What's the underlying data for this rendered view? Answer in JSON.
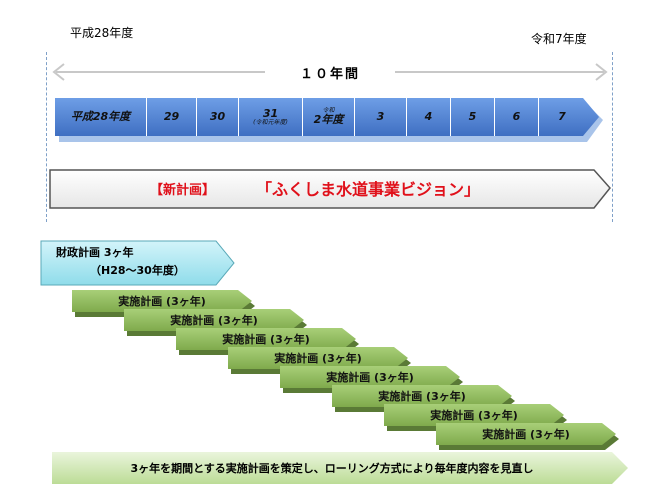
{
  "timeline": {
    "start_label": "平成28年度",
    "end_label": "令和7年度",
    "span_label": "１０年間",
    "years": [
      {
        "label": "平成28年度",
        "note": ""
      },
      {
        "label": "29",
        "note": ""
      },
      {
        "label": "30",
        "note": ""
      },
      {
        "label": "31",
        "note": "(令和元年度)"
      },
      {
        "label": "2年度",
        "note": "令和"
      },
      {
        "label": "3",
        "note": ""
      },
      {
        "label": "4",
        "note": ""
      },
      {
        "label": "5",
        "note": ""
      },
      {
        "label": "6",
        "note": ""
      },
      {
        "label": "7",
        "note": ""
      }
    ]
  },
  "vision": {
    "tag": "【新計画】",
    "title": "「ふくしま水道事業ビジョン」"
  },
  "finance": {
    "line1": "財政計画 3ヶ年",
    "line2": "（H28～30年度）"
  },
  "implementation": {
    "label": "実施計画 (3ヶ年)",
    "count": 8
  },
  "footer": {
    "text": "3ヶ年を期間とする実施計画を策定し、ローリング方式により毎年度内容を見直し"
  },
  "colors": {
    "timeline_blue": "#4a7fd0",
    "vision_red": "#e0101a",
    "finance_cyan": "#a6e6f2",
    "plan_green": "#93bf5f",
    "footer_green": "#cfe6b0"
  }
}
